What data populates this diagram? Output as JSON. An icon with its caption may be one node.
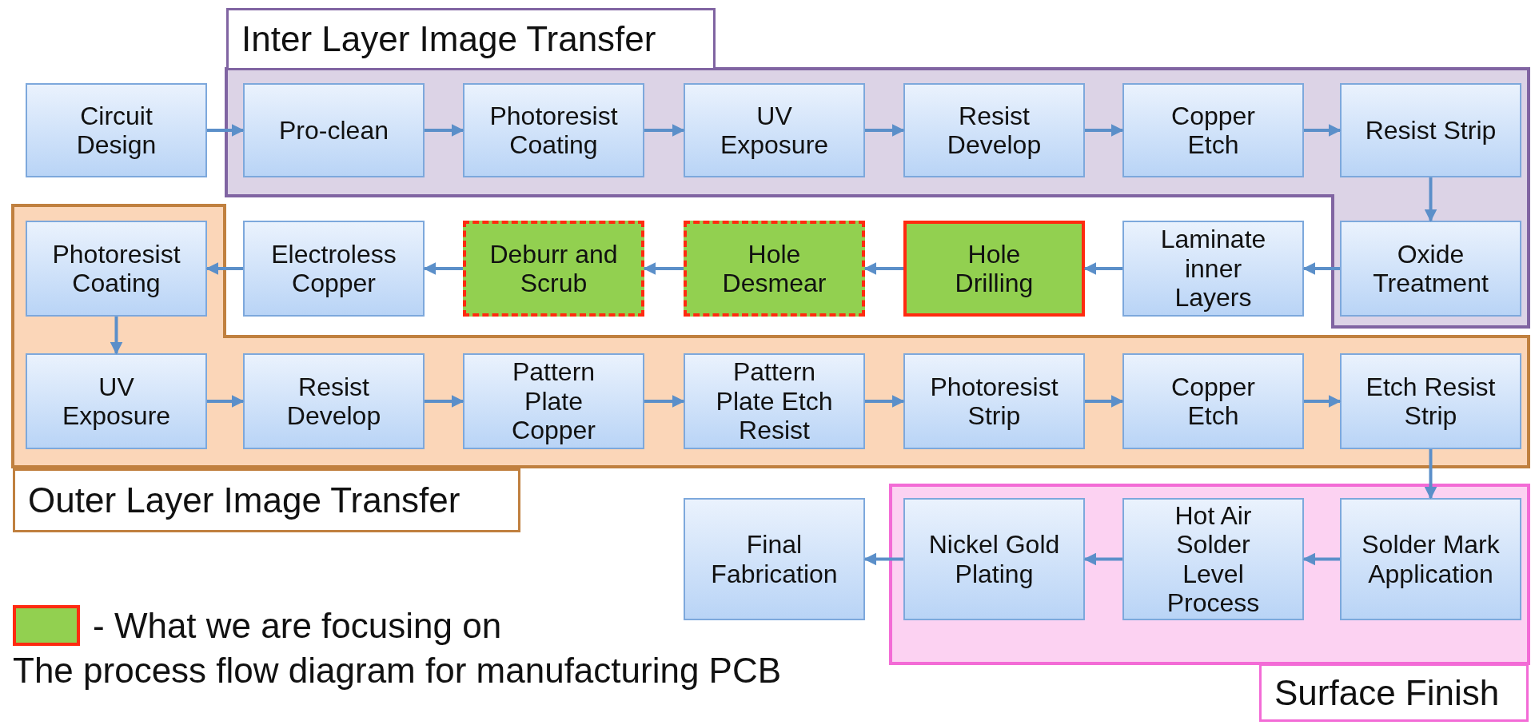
{
  "diagram": {
    "caption": "The process flow diagram for manufacturing PCB",
    "nodes": [
      {
        "text": [
          "Inter Layer Image Transfer"
        ]
      },
      {
        "text": [
          "Circuit Design"
        ]
      },
      {
        "text": [
          "Pro-clean"
        ],
        "in": 0
      },
      {
        "text": [
          "Photoresist Coating"
        ],
        "in": 0
      },
      {
        "text": [
          "UV Exposure"
        ],
        "in": 0
      },
      {
        "text": [
          "Resist Develop"
        ],
        "in": 0
      },
      {
        "text": [
          "Copper Etch"
        ],
        "in": 0
      },
      {
        "text": [
          "Resist Strip"
        ],
        "in": 0
      },
      {
        "text": [
          "Outer Layer Image Transfer"
        ]
      },
      {
        "text": [
          "Photoresist Coating"
        ],
        "in": 8
      },
      {
        "text": [
          "Electroless Copper"
        ]
      },
      {
        "text": [
          "Deburr and Scrub"
        ]
      },
      {
        "text": [
          "Hole Desmear"
        ]
      },
      {
        "text": [
          "Hole Drilling"
        ]
      },
      {
        "text": [
          "Laminate inner Layers"
        ]
      },
      {
        "text": [
          "Oxide Treatment"
        ],
        "in": 0
      },
      {
        "text": [
          "UV Exposure"
        ],
        "in": 8
      },
      {
        "text": [
          "Resist Develop"
        ],
        "in": 8
      },
      {
        "text": [
          "Pattern Plate Copper"
        ],
        "in": 8
      },
      {
        "text": [
          "Pattern Plate Etch Resist"
        ],
        "in": 8
      },
      {
        "text": [
          "Photoresist Strip"
        ],
        "in": 8
      },
      {
        "text": [
          "Copper Etch"
        ],
        "in": 8
      },
      {
        "text": [
          "Etch Resist Strip"
        ],
        "in": 8
      },
      {
        "text": [
          "Surface Finish"
        ]
      },
      {
        "text": [
          "Final Fabrication"
        ]
      },
      {
        "text": [
          "Nickel Gold Plating"
        ],
        "in": 23
      },
      {
        "text": [
          "Hot Air Solder Level Process"
        ],
        "in": 23
      },
      {
        "text": [
          "Solder Mark Application"
        ],
        "in": 23
      }
    ],
    "edges": [
      {
        "from": 1,
        "to": 2,
        "arrow": "to"
      },
      {
        "from": 2,
        "to": 3,
        "arrow": "to"
      },
      {
        "from": 3,
        "to": 4,
        "arrow": "to"
      },
      {
        "from": 4,
        "to": 5,
        "arrow": "to"
      },
      {
        "from": 5,
        "to": 6,
        "arrow": "to"
      },
      {
        "from": 6,
        "to": 7,
        "arrow": "to"
      },
      {
        "from": 7,
        "to": 15,
        "arrow": "to"
      },
      {
        "from": 15,
        "to": 14,
        "arrow": "to"
      },
      {
        "from": 14,
        "to": 13,
        "arrow": "to"
      },
      {
        "from": 13,
        "to": 12,
        "arrow": "to"
      },
      {
        "from": 12,
        "to": 11,
        "arrow": "to"
      },
      {
        "from": 11,
        "to": 10,
        "arrow": "to"
      },
      {
        "from": 10,
        "to": 9,
        "arrow": "to"
      },
      {
        "from": 9,
        "to": 16,
        "arrow": "to"
      },
      {
        "from": 16,
        "to": 17,
        "arrow": "to"
      },
      {
        "from": 17,
        "to": 18,
        "arrow": "to"
      },
      {
        "from": 18,
        "to": 19,
        "arrow": "to"
      },
      {
        "from": 19,
        "to": 20,
        "arrow": "to"
      },
      {
        "from": 20,
        "to": 21,
        "arrow": "to"
      },
      {
        "from": 21,
        "to": 22,
        "arrow": "to"
      },
      {
        "from": 22,
        "to": 27,
        "arrow": "to"
      },
      {
        "from": 27,
        "to": 26,
        "arrow": "to"
      },
      {
        "from": 26,
        "to": 25,
        "arrow": "to"
      },
      {
        "from": 25,
        "to": 24,
        "arrow": "to"
      }
    ],
    "legend": [
      {
        "text": "- What we are focusing on",
        "color": "#92d050"
      }
    ]
  }
}
